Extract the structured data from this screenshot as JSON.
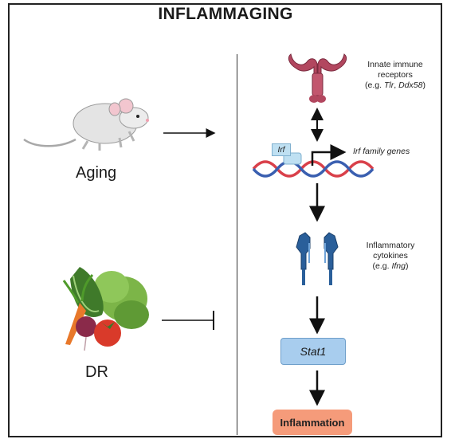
{
  "title": "INFLAMMAGING",
  "left": {
    "aging_label": "Aging",
    "dr_label": "DR"
  },
  "right": {
    "receptors": {
      "line1": "Innate immune",
      "line2": "receptors",
      "eg_prefix": "(e.g. ",
      "gene1": "Tlr",
      "sep": ", ",
      "gene2": "Ddx58",
      "eg_suffix": ")"
    },
    "irf_box": "Irf",
    "irf_genes": "Irf family genes",
    "cytokines": {
      "line1": "Inflammatory",
      "line2": "cytokines",
      "eg_prefix": "(e.g. ",
      "gene": "Ifng",
      "eg_suffix": ")"
    },
    "stat1": "Stat1",
    "inflammation": "Inflammation"
  },
  "colors": {
    "receptor": "#b2475f",
    "cytokine_receptor": "#2a5f9a",
    "stat1_box": "#a8cdee",
    "inflammation_box": "#f59b7a",
    "dna_red": "#d9404a",
    "dna_blue": "#3a5fb0"
  },
  "icons": [
    "mouse-icon",
    "vegetables-icon",
    "receptor-icon",
    "cytokine-receptor-icon",
    "dna-icon"
  ]
}
